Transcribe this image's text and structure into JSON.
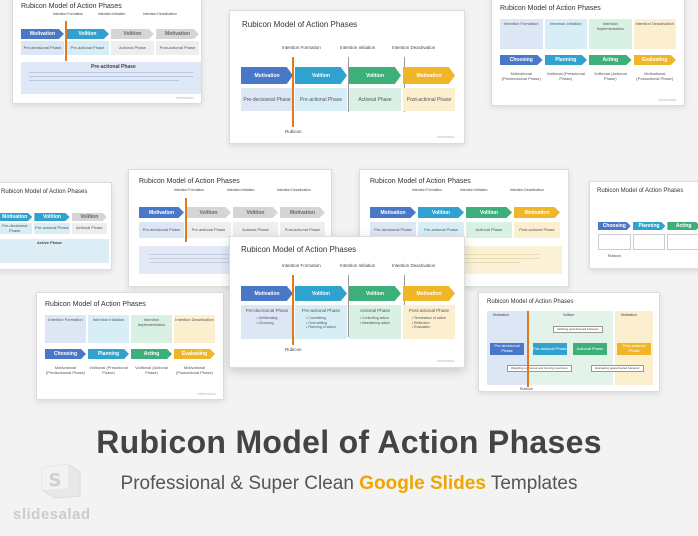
{
  "slides": {
    "title": "Rubicon Model of Action Phases",
    "phases": [
      "Motivation",
      "Volition",
      "Volition",
      "Motivation"
    ],
    "phases_b": [
      "Motivation",
      "Volition",
      "Volition",
      "Motivation"
    ],
    "subphases": [
      "Pre-decisional Phase",
      "Pre-actional Phase",
      "Actional Phase",
      "Post-actional Phase"
    ],
    "subphases_alt": [
      "Pre-decisional Phase",
      "Pre-actional Phase",
      "Actional Phase",
      "Post-actional Phase"
    ],
    "markers": [
      "Intention Formation",
      "Intention Initiation",
      "Intention Deactivation"
    ],
    "rubicon": "Rubicon",
    "steps": [
      "Choosing",
      "Planning",
      "Acting",
      "Evaluating"
    ],
    "step_markers": [
      "Intention Formation",
      "Intention Initiation",
      "Intention Implementation",
      "Intention Deactivation"
    ],
    "step_subs": [
      "Motivational (Predecisional Phase)",
      "Volitional (Preactional Phase)",
      "Volitional (Actional Phase)",
      "Motivational (Postactional Phase)"
    ],
    "predecisional_title": "Pre-actional Phase",
    "active_phase_title": "Active Phase",
    "main_bullets": {
      "col1": [
        "Deliberating",
        "Choosing"
      ],
      "col2": [
        "Committing",
        "Goal-setting",
        "Planning of action"
      ],
      "col3": [
        "Controlling action",
        "Maintaining action"
      ],
      "col4": [
        "Termination of action",
        "Reflection",
        "Evaluation"
      ]
    },
    "flow_top": [
      "Motivation",
      "Volition",
      "Motivation"
    ],
    "flow_boxes": [
      "Pre-decisional Phase",
      "Pre-actional Phase",
      "Actional Phase",
      "Post-actional Phase"
    ],
    "flow_notes": [
      "Initiating goal directed behavior",
      "Weighing outcomes and forming intentions",
      "Evaluating goal-directed behavior"
    ],
    "footer_brand": "slidesalad"
  },
  "heading": {
    "title": "Rubicon Model of Action Phases",
    "sub_prefix": "Professional & Super Clean ",
    "sub_highlight": "Google Slides",
    "sub_suffix": " Templates"
  },
  "brand": {
    "logo_letter": "S",
    "logo_text": "slidesalad"
  },
  "colors": {
    "blue": "#4a78c8",
    "cyan": "#2fa2cf",
    "green": "#3db07a",
    "yellow": "#f0b628",
    "accent": "#f0a500",
    "rubicon_line": "#e07a1f"
  }
}
